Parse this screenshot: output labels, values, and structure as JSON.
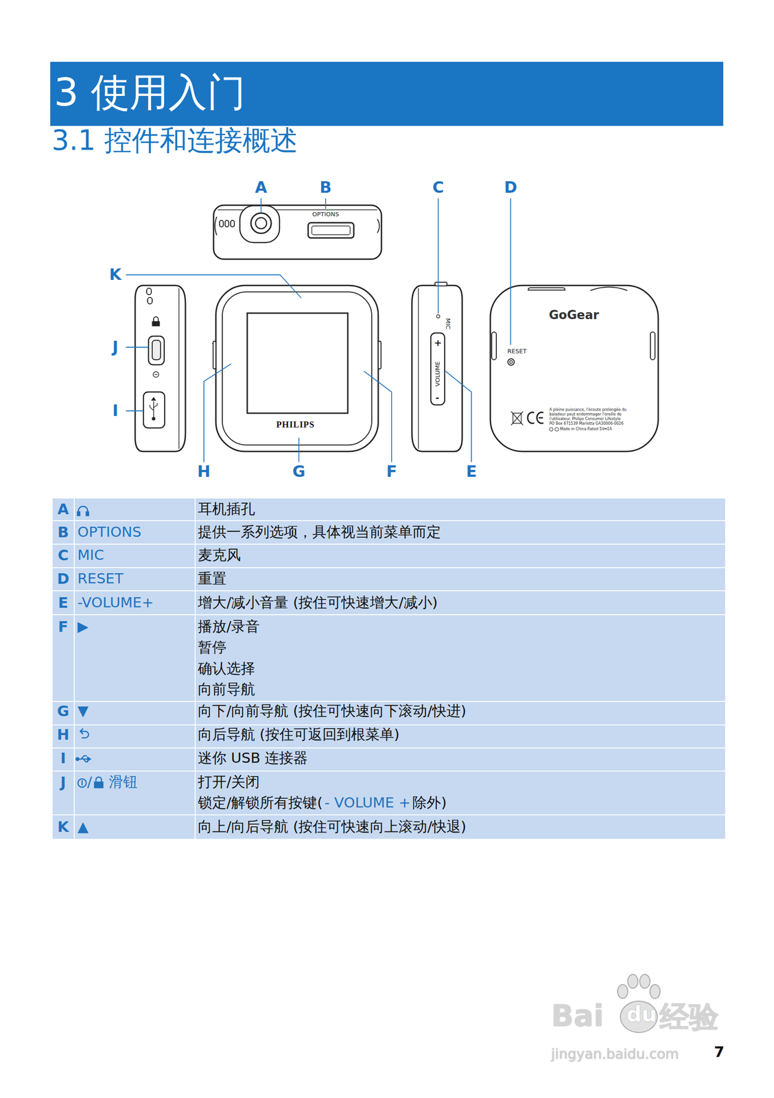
{
  "diagram": {
    "title": "3 使用入门",
    "labels": [
      "3.1 控件和连接概述",
      "A",
      "B",
      "C",
      "D",
      "K",
      "J",
      "I",
      "H",
      "G",
      "F",
      "E",
      "OPTIONS",
      "PHILIPS",
      "MIC",
      "+",
      "VOLUME",
      "-",
      "GoGear",
      "RESET",
      "A pleine puissance, l'écoute prolongée du",
      "baladeur peut endommager l'oreille de",
      "l'utilisateur.   Philips Consumer Lifestyle",
      "PO Box 671539 Marietta GA30006-0026",
      "Made in China Rated 5V⎓1A",
      "A",
      "耳机插孔",
      "B",
      "OPTIONS",
      "提供一系列选项，具体视当前菜单而定",
      "C",
      "MIC",
      "麦克风",
      "D",
      "RESET",
      "重置",
      "E",
      "-VOLUME+",
      "增大/减小音量 (按住可快速增大/减小)",
      "F",
      "▶",
      "播放/录音",
      "暂停",
      "确认选择",
      "向前导航",
      "G",
      "▼",
      "向下/向前导航 (按住可快速向下滚动/快进)",
      "H",
      "向后导航 (按住可返回到根菜单)",
      "I",
      "迷你 USB 连接器",
      "J",
      "/",
      "滑钮",
      "打开/关闭",
      "锁定/解锁所有按键(",
      "- VOLUME +",
      "除外)",
      "K",
      "▲",
      "向上/向后导航 (按住可快速向上滚动/快退)",
      "Bai",
      "du",
      "经验",
      "jingyan.baidu.com",
      "7"
    ]
  }
}
